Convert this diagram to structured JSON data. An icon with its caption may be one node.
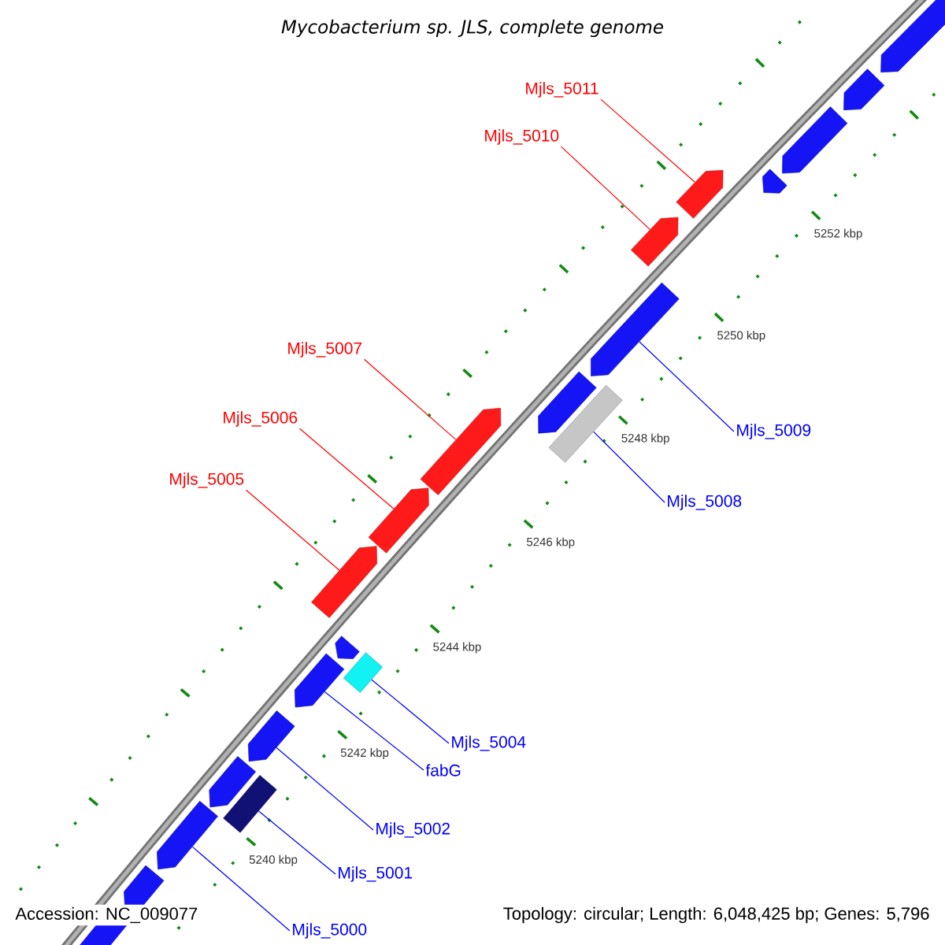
{
  "diagram": {
    "title": "Mycobacterium sp. JLS, complete genome",
    "nodes": [
      {
        "text": [
          "Mjls_5011"
        ]
      },
      {
        "text": [],
        "shape": "pentagon"
      },
      {
        "text": [
          "Mjls_5010"
        ]
      },
      {
        "text": [],
        "shape": "pentagon"
      },
      {
        "text": [
          "Mjls_5007"
        ]
      },
      {
        "text": [],
        "shape": "pentagon"
      },
      {
        "text": [
          "Mjls_5006"
        ]
      },
      {
        "text": [],
        "shape": "pentagon"
      },
      {
        "text": [
          "Mjls_5009"
        ]
      },
      {
        "text": [],
        "shape": "pentagon"
      },
      {
        "text": [
          "Mjls_5005"
        ]
      },
      {
        "text": [],
        "shape": "pentagon"
      },
      {
        "text": [
          "Mjls_5008"
        ]
      },
      {
        "text": [],
        "shape": "box"
      },
      {
        "text": [
          "Mjls_5004"
        ]
      },
      {
        "text": [],
        "shape": "box"
      },
      {
        "text": [
          "fabG"
        ]
      },
      {
        "text": [],
        "shape": "pentagon"
      },
      {
        "text": [
          "Mjls_5002"
        ]
      },
      {
        "text": [],
        "shape": "pentagon"
      },
      {
        "text": [
          "Mjls_5001"
        ]
      },
      {
        "text": [],
        "shape": "box"
      },
      {
        "text": [
          "Mjls_5000"
        ]
      },
      {
        "text": [],
        "shape": "pentagon"
      },
      {
        "text": [],
        "shape": "pentagon"
      },
      {
        "text": [],
        "shape": "pentagon"
      },
      {
        "text": [],
        "shape": "pentagon"
      },
      {
        "text": [],
        "shape": "pentagon"
      },
      {
        "text": [],
        "shape": "pentagon"
      },
      {
        "text": [],
        "shape": "pentagon"
      },
      {
        "text": [],
        "shape": "pentagon"
      }
    ],
    "edges": [
      {
        "from": 0,
        "to": 1,
        "arrow": "none",
        "color": "#ff0000"
      },
      {
        "from": 2,
        "to": 3,
        "arrow": "none",
        "color": "#ff0000"
      },
      {
        "from": 4,
        "to": 5,
        "arrow": "none",
        "color": "#ff0000"
      },
      {
        "from": 6,
        "to": 7,
        "arrow": "none",
        "color": "#ff0000"
      },
      {
        "from": 8,
        "to": 9,
        "arrow": "none"
      },
      {
        "from": 10,
        "to": 11,
        "arrow": "none",
        "color": "#ff0000"
      },
      {
        "from": 12,
        "to": 13,
        "arrow": "none"
      },
      {
        "from": 14,
        "to": 15,
        "arrow": "none"
      },
      {
        "from": 16,
        "to": 17,
        "arrow": "none"
      },
      {
        "from": 18,
        "to": 19,
        "arrow": "none"
      },
      {
        "from": 20,
        "to": 21,
        "arrow": "none"
      },
      {
        "from": 22,
        "to": 23,
        "arrow": "none"
      }
    ],
    "labels": [
      "5252 kbp",
      "5250 kbp",
      "5248 kbp",
      "5246 kbp",
      "5244 kbp",
      "5242 kbp",
      "5240 kbp",
      "Accession: NC_009077",
      "Topology: circular; Length: 6,048,425 bp; Genes: 5,796"
    ]
  }
}
